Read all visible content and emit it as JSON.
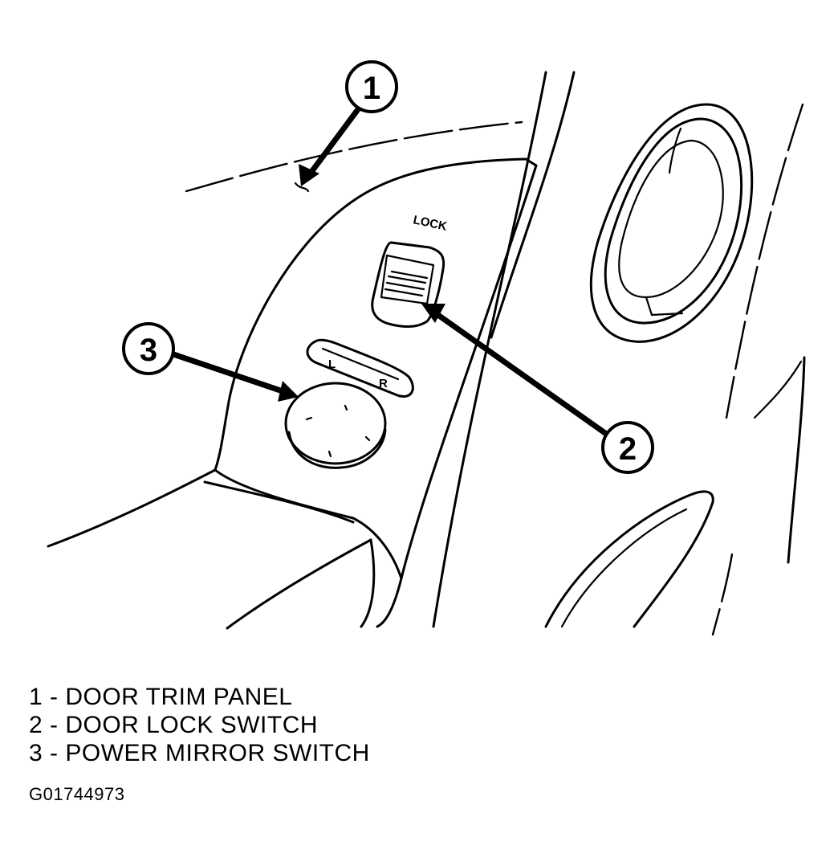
{
  "callouts": {
    "c1": "1",
    "c2": "2",
    "c3": "3"
  },
  "switch_labels": {
    "lock": "LOCK",
    "mirror_left": "L",
    "mirror_right": "R"
  },
  "legend": [
    "1 - DOOR TRIM PANEL",
    "2 - DOOR LOCK SWITCH",
    "3 - POWER MIRROR SWITCH"
  ],
  "figure_id": "G01744973"
}
